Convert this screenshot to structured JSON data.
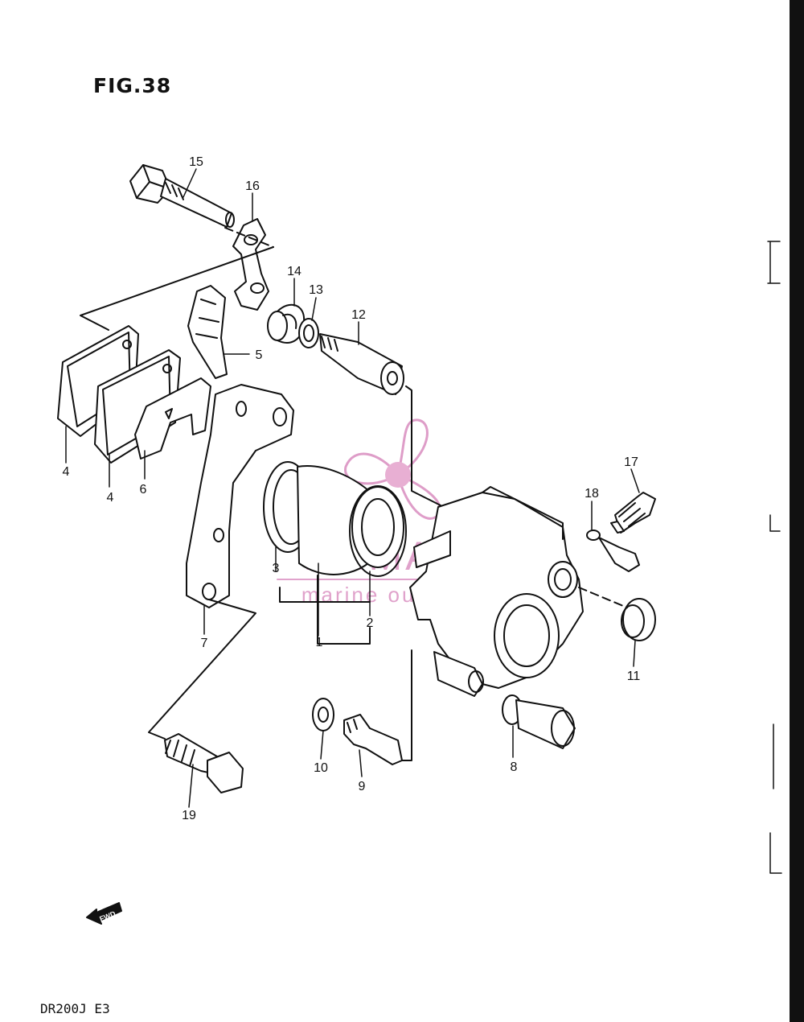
{
  "figure_title": "FIG.38",
  "model_code": "DR200J  E3",
  "watermark": {
    "brand": "ARMADA",
    "tagline": "marine outboards",
    "color": "#d98cbf"
  },
  "fwd_label": "FWD",
  "callouts": [
    {
      "id": "c15",
      "label": "15"
    },
    {
      "id": "c16",
      "label": "16"
    },
    {
      "id": "c14",
      "label": "14"
    },
    {
      "id": "c13",
      "label": "13"
    },
    {
      "id": "c12",
      "label": "12"
    },
    {
      "id": "c5",
      "label": "5"
    },
    {
      "id": "c4a",
      "label": "4"
    },
    {
      "id": "c4b",
      "label": "4"
    },
    {
      "id": "c6",
      "label": "6"
    },
    {
      "id": "c7",
      "label": "7"
    },
    {
      "id": "c3",
      "label": "3"
    },
    {
      "id": "c2",
      "label": "2"
    },
    {
      "id": "c1",
      "label": "1"
    },
    {
      "id": "c17",
      "label": "17"
    },
    {
      "id": "c18",
      "label": "18"
    },
    {
      "id": "c11",
      "label": "11"
    },
    {
      "id": "c10",
      "label": "10"
    },
    {
      "id": "c9",
      "label": "9"
    },
    {
      "id": "c8",
      "label": "8"
    },
    {
      "id": "c19",
      "label": "19"
    }
  ]
}
